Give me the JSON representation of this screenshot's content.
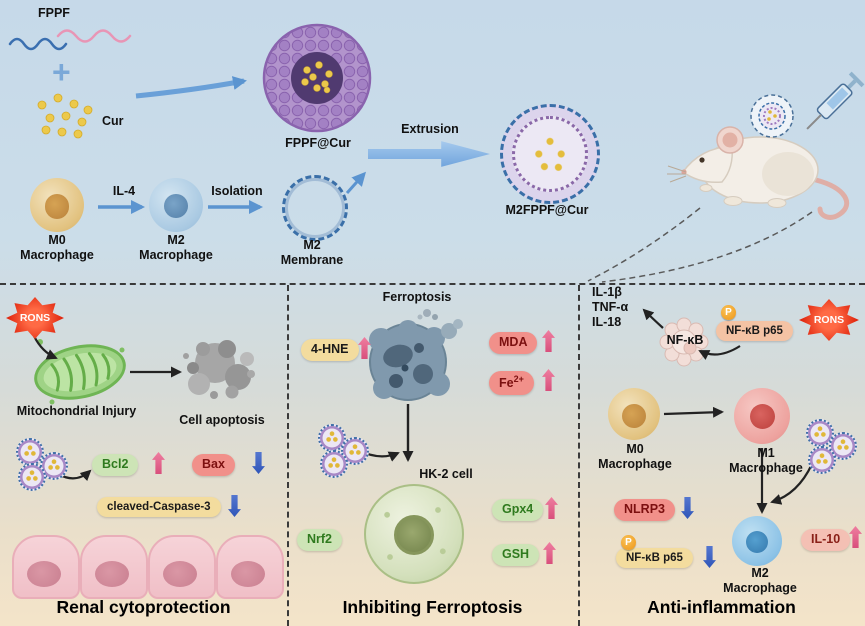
{
  "synthesis": {
    "fppf": "FPPF",
    "plus": "+",
    "cur": "Cur",
    "fppf_cur": "FPPF@Cur",
    "extrusion": "Extrusion",
    "m2fppf_cur": "M2FPPF@Cur",
    "il4": "IL-4",
    "isolation": "Isolation",
    "m0_line1": "M0",
    "m0_line2": "Macrophage",
    "m2_line1": "M2",
    "m2_line2": "Macrophage",
    "membrane_line1": "M2",
    "membrane_line2": "Membrane"
  },
  "renal": {
    "title": "Renal cytoprotection",
    "rons": "RONS",
    "mitochondrial_injury": "Mitochondrial Injury",
    "cell_apoptosis": "Cell apoptosis",
    "bcl2": "Bcl2",
    "bax": "Bax",
    "cleaved_caspase3": "cleaved-Caspase-3"
  },
  "ferroptosis": {
    "title": "Inhibiting Ferroptosis",
    "header": "Ferroptosis",
    "hne4": "4-HNE",
    "mda": "MDA",
    "fe_base": "Fe",
    "fe_sup": "2+",
    "hk2_cell": "HK-2 cell",
    "nrf2": "Nrf2",
    "gpx4": "Gpx4",
    "gsh": "GSH"
  },
  "inflammation": {
    "title": "Anti-inflammation",
    "il1b": "IL-1β",
    "tnfa": "TNF-α",
    "il18": "IL-18",
    "nfkb": "NF-κB",
    "p_top": "P",
    "nfkb_p65_top": "NF-κB p65",
    "rons": "RONS",
    "m0_line1": "M0",
    "m0_line2": "Macrophage",
    "m1_line1": "M1",
    "m1_line2": "Macrophage",
    "nlrp3": "NLRP3",
    "p_bottom": "P",
    "nfkb_p65_bottom": "NF-κB p65",
    "m2_line1": "M2",
    "m2_line2": "Macrophage",
    "il10": "IL-10"
  },
  "colors": {
    "up_arrow": "#d94f7c",
    "down_arrow": "#2f55b8",
    "rons_red": "#e02810",
    "accent_blue": "#5b94d0",
    "nanoparticle_purple": "#a381c4"
  }
}
